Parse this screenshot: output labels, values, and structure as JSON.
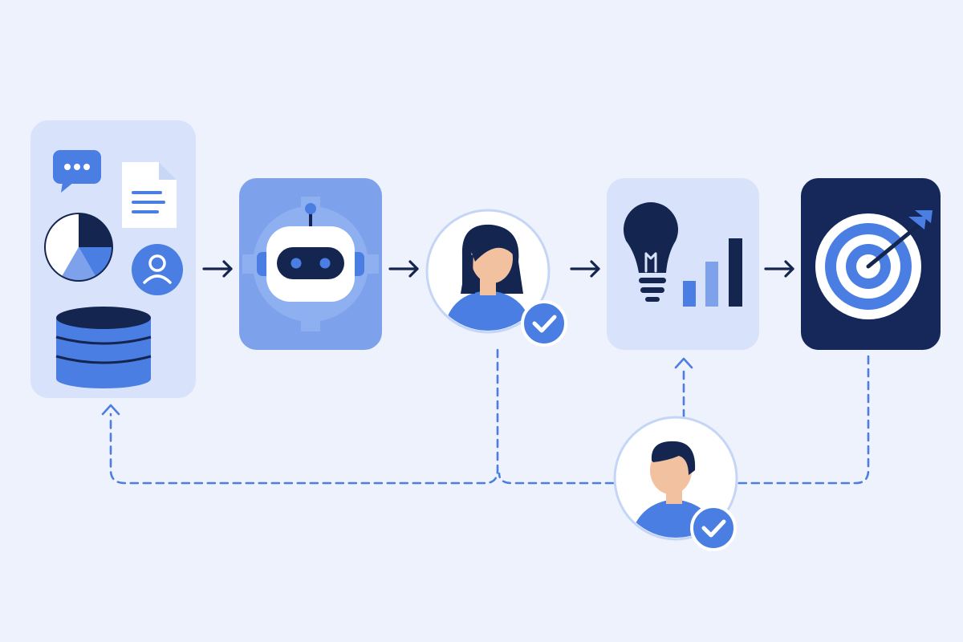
{
  "colors": {
    "background": "#eef2fc",
    "panel_light": "#d8e3fb",
    "panel_mid": "#7ea1ec",
    "panel_dark": "#16285a",
    "accent_blue": "#4a7ee3",
    "navy": "#142650",
    "white": "#ffffff",
    "skin": "#f2c1a0",
    "dash_line": "#4a7ee3"
  },
  "nodes": [
    {
      "id": "data-sources",
      "icons": [
        "chat-bubble-icon",
        "document-icon",
        "pie-chart-icon",
        "user-profile-icon",
        "database-icon"
      ]
    },
    {
      "id": "ai-processing",
      "icons": [
        "robot-icon",
        "gear-icon"
      ]
    },
    {
      "id": "human-reviewer",
      "icons": [
        "woman-avatar-icon",
        "check-badge-icon"
      ]
    },
    {
      "id": "insights",
      "icons": [
        "lightbulb-icon",
        "bar-chart-icon"
      ]
    },
    {
      "id": "goal",
      "icons": [
        "target-icon",
        "arrow-icon"
      ]
    },
    {
      "id": "human-validator",
      "icons": [
        "man-avatar-icon",
        "check-badge-icon"
      ]
    }
  ],
  "flow": [
    "data-sources",
    "ai-processing",
    "human-reviewer",
    "insights",
    "goal"
  ],
  "feedback_loops": [
    {
      "from": "human-reviewer",
      "to": "data-sources",
      "style": "dashed"
    },
    {
      "from": "goal",
      "to": "human-validator",
      "style": "dashed"
    },
    {
      "from": "human-validator",
      "to": "insights",
      "style": "dashed"
    }
  ]
}
